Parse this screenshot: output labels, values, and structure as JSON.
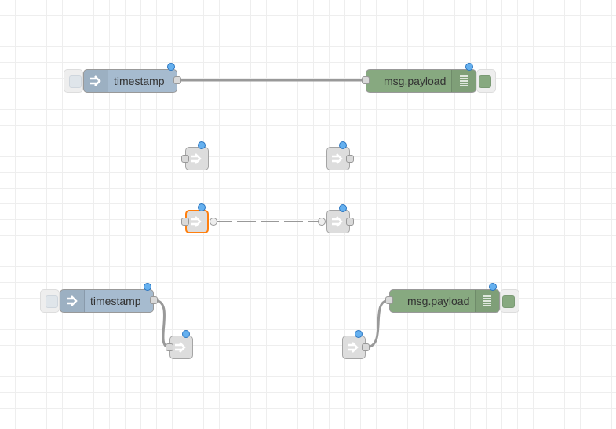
{
  "flow": {
    "inject_nodes": [
      {
        "label": "timestamp"
      },
      {
        "label": "timestamp"
      }
    ],
    "debug_nodes": [
      {
        "label": "msg.payload"
      },
      {
        "label": "msg.payload"
      }
    ]
  },
  "icons": {
    "inject": "inject-arrow-icon",
    "debug": "debug-list-icon",
    "link": "link-icon"
  },
  "colors": {
    "inject": "#a6bbcf",
    "debug": "#87a980",
    "link_node": "#dddddd",
    "wire": "#999999",
    "changed_badge": "#65b0ef",
    "selected_border": "#ff7f0e"
  }
}
